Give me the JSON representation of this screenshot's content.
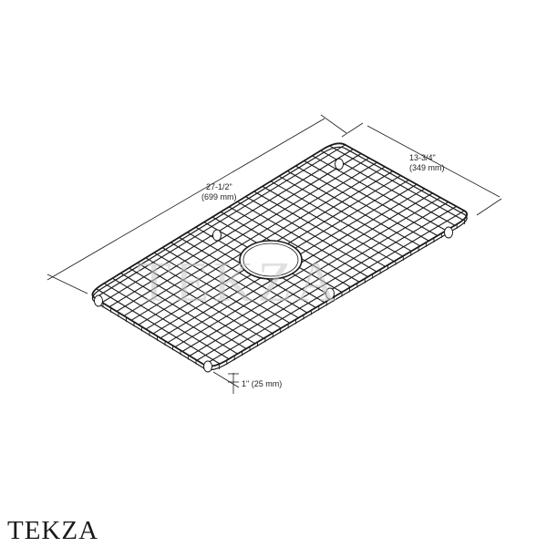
{
  "dimensions": {
    "length_imperial": "27-1/2\"",
    "length_metric": "(699 mm)",
    "width_imperial": "13-3/4\"",
    "width_metric": "(349 mm)",
    "height_label": "1\" (25 mm)"
  },
  "watermark": "TEKZA",
  "brand": "TEKZA",
  "colors": {
    "line": "#1a1a1a",
    "watermark": "#c8c8c8"
  }
}
